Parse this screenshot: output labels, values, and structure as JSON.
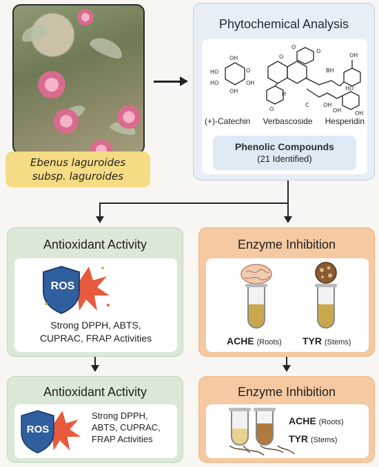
{
  "photo": {
    "caption_line1": "Ebenus laguroides",
    "caption_line2": "subsp. laguroides"
  },
  "phytochemical": {
    "title": "Phytochemical Analysis",
    "compounds": [
      "(+)-Catechin",
      "Verbascoside",
      "Hesperidin"
    ],
    "group_title": "Phenolic Compounds",
    "group_count": "(21 Identified)"
  },
  "antioxidant_top": {
    "title": "Antioxidant Activity",
    "badge": "ROS",
    "line1": "Strong DPPH, ABTS,",
    "line2": "CUPRAC, FRAP Activities"
  },
  "enzyme_top": {
    "title": "Enzyme Inhibition",
    "ache": "ACHE",
    "ache_part": "(Roots)",
    "tyr": "TYR",
    "tyr_part": "(Stems)"
  },
  "antioxidant_bottom": {
    "title": "Antioxidant Activity",
    "badge": "ROS",
    "line1": "Strong DPPH,",
    "line2": "ABTS, CUPRAC,",
    "line3": "FRAP Activities"
  },
  "enzyme_bottom": {
    "title": "Enzyme Inhibition",
    "ache": "ACHE",
    "ache_part": "(Roots)",
    "tyr": "TYR",
    "tyr_part": "(Stems)"
  },
  "colors": {
    "green_card": "#dce8d7",
    "orange_card": "#f5c9a2",
    "blue_card": "#e7eef5",
    "caption": "#f6dc84",
    "shield": "#2f5f9e",
    "burst": "#e85a3c"
  }
}
